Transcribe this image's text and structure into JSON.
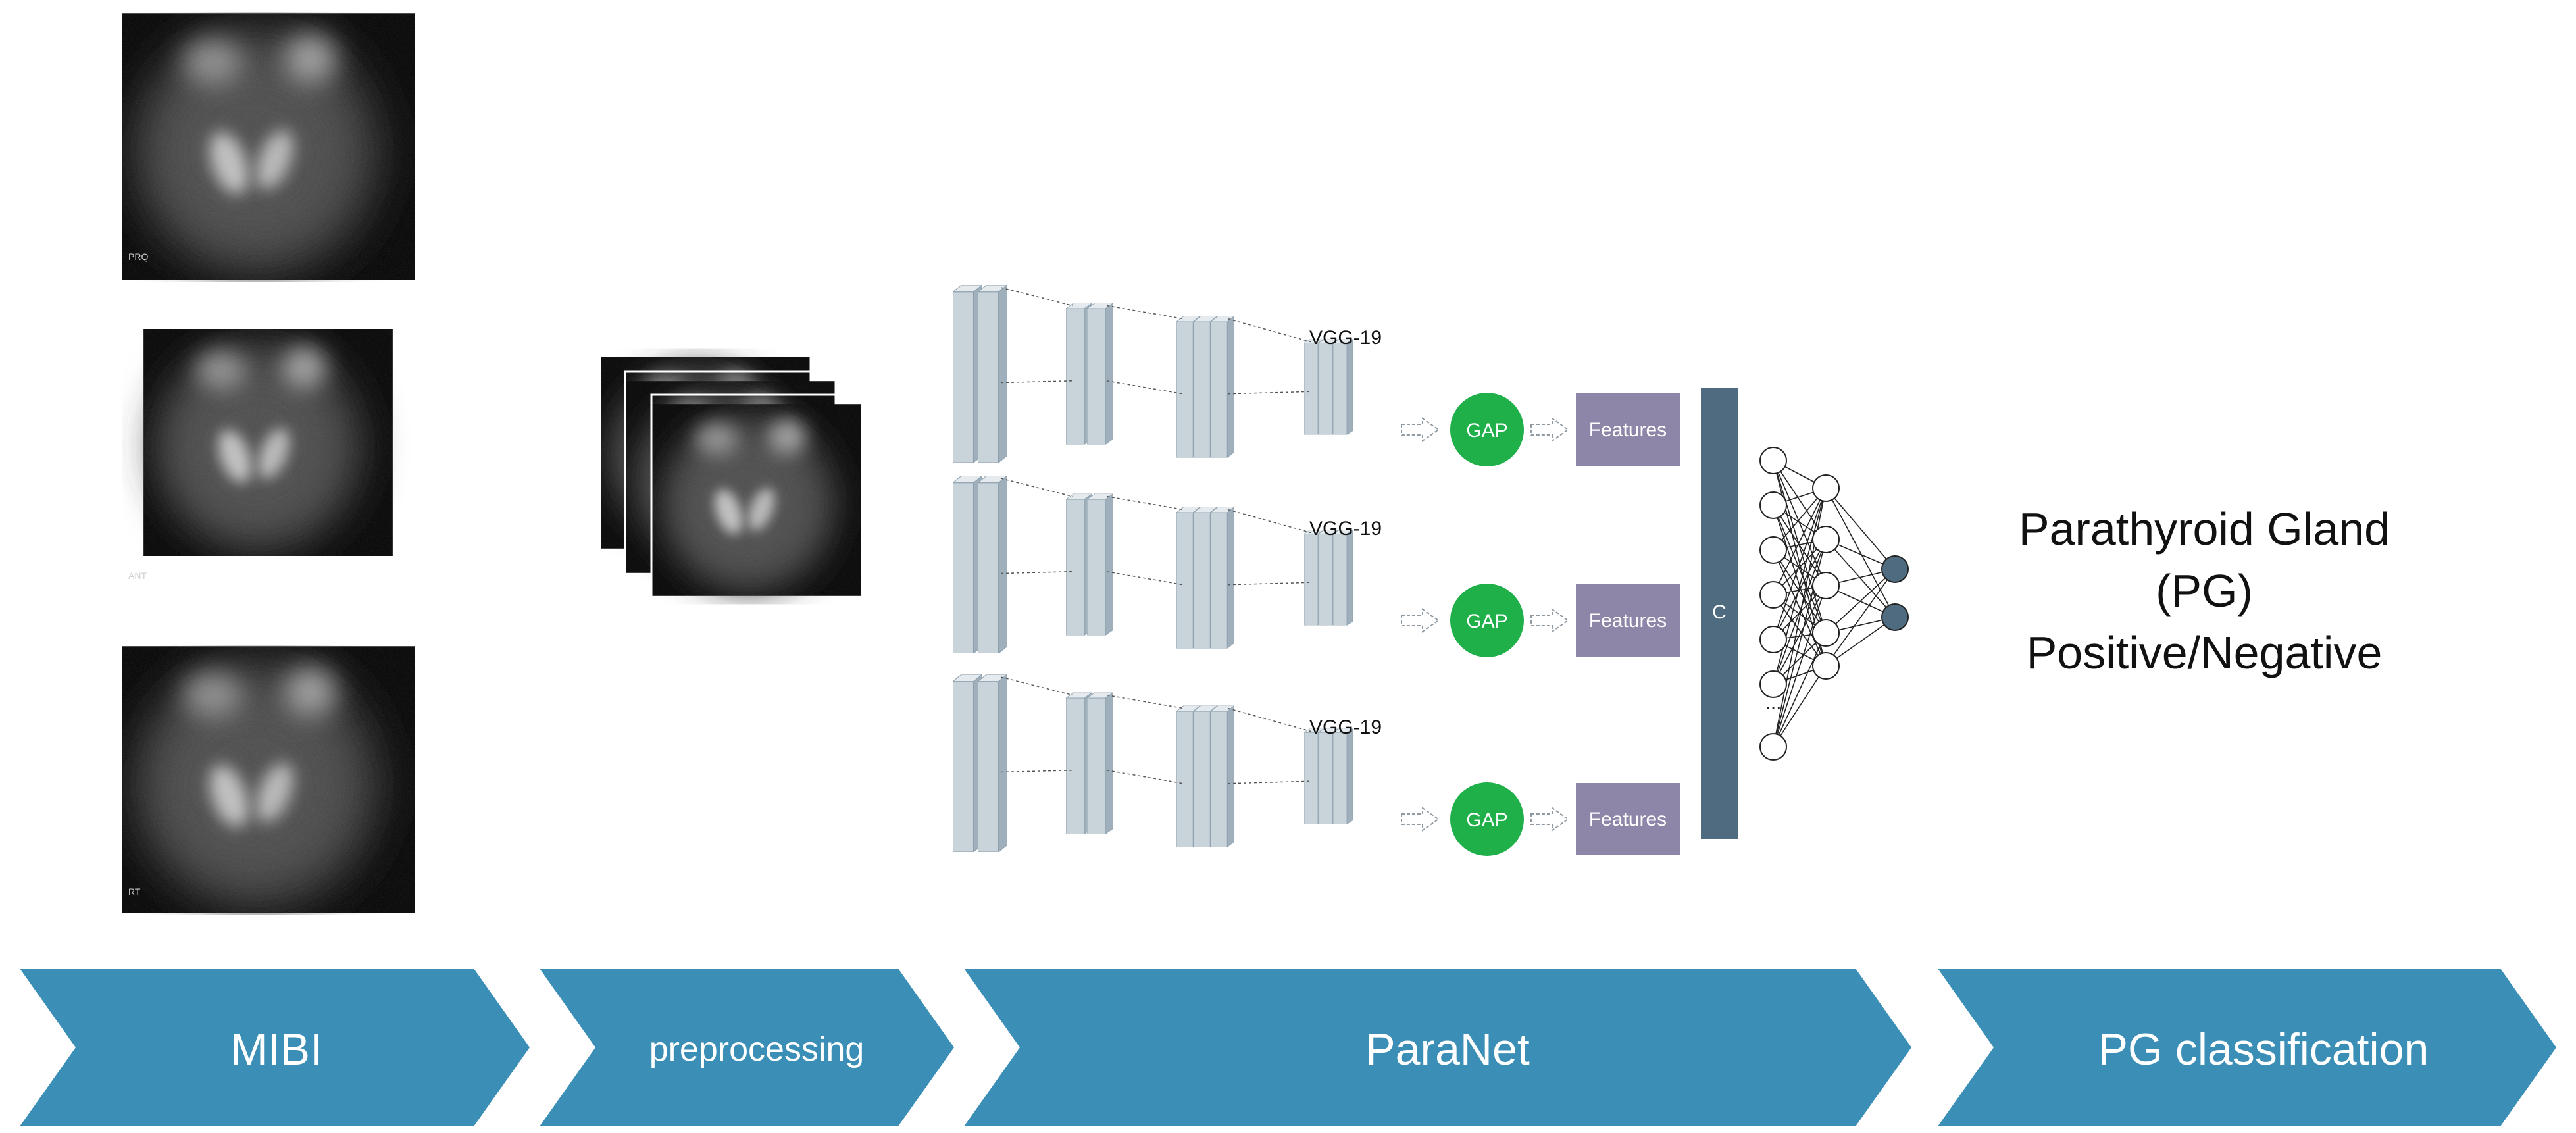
{
  "colors": {
    "chevron": "#3b8fb6",
    "chevron_text": "#ffffff",
    "layer_face": "#c9d3da",
    "layer_side": "#9fb0bc",
    "layer_top": "#e4eaee",
    "gap_circle": "#1fb04a",
    "features_box": "#8e86a8",
    "concat_bar": "#4f6b80",
    "neuron_fill": "#ffffff",
    "output_neuron_fill": "#4f6b80",
    "scan_background": "#000000"
  },
  "icons": {
    "scan": "scintigraphy-scan-image",
    "layer": "conv-layer-block",
    "arrow": "hollow-arrow-icon"
  },
  "stages": [
    {
      "label": "MIBI"
    },
    {
      "label": "preprocessing"
    },
    {
      "label": "ParaNet"
    },
    {
      "label": "PG classification"
    }
  ],
  "scan_tags": [
    "PRQ",
    "ANT",
    "RT"
  ],
  "branches": [
    {
      "network_label": "VGG-19",
      "gap_label": "GAP",
      "features_label": "Features"
    },
    {
      "network_label": "VGG-19",
      "gap_label": "GAP",
      "features_label": "Features"
    },
    {
      "network_label": "VGG-19",
      "gap_label": "GAP",
      "features_label": "Features"
    }
  ],
  "concat_label": "C",
  "ellipsis": "...",
  "result": {
    "line1": "Parathyroid Gland",
    "line2": "(PG)",
    "line3": "Positive/Negative"
  }
}
